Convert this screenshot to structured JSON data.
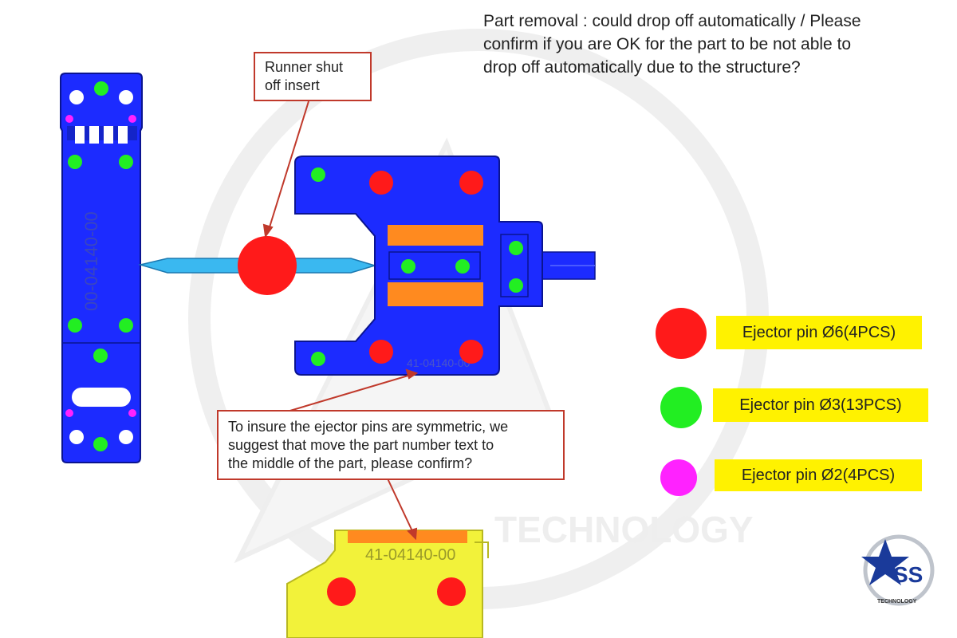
{
  "header": {
    "part_removal_line1": "Part removal :  could drop off automatically / Please",
    "part_removal_line2": "confirm if you are OK for the part to be not able to",
    "part_removal_line3": "drop off automatically due to the structure?"
  },
  "callouts": {
    "runner_line1": "Runner shut",
    "runner_line2": "off insert",
    "symmetry_line1": "To insure the ejector pins are symmetric, we",
    "symmetry_line2": "suggest that move the part number text to",
    "symmetry_line3": "the middle of the part, please confirm?"
  },
  "part": {
    "part_number": "41-04140-00",
    "plate_text": "00-04140-00",
    "center_text": "41-04140-00"
  },
  "legend": [
    {
      "label": "Ejector pin Ø6(4PCS)",
      "color": "#ff1a1a"
    },
    {
      "label": "Ejector pin Ø3(13PCS)",
      "color": "#22ee22"
    },
    {
      "label": "Ejector pin Ø2(4PCS)",
      "color": "#ff22ff"
    }
  ],
  "watermark": "TECHNOLOGY",
  "logo": {
    "text": "TECHNOLOGY"
  },
  "colors": {
    "mold_blue": "#1c2bff",
    "runner_cyan": "#3ab8f0",
    "insert_orange": "#ff8a1f",
    "part_yellow": "#f2f23a",
    "callout_red": "#c0392b",
    "highlight": "#fff200"
  }
}
